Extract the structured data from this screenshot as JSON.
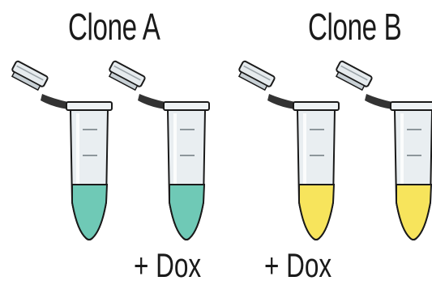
{
  "clones": [
    {
      "title": "Clone A",
      "liquid_color": "#6fc9b6"
    },
    {
      "title": "Clone B",
      "liquid_color": "#f7e45c"
    }
  ],
  "tubes": [
    {
      "clone": "Clone A",
      "treatment": ""
    },
    {
      "clone": "Clone A",
      "treatment": "+ Dox"
    },
    {
      "clone": "Clone B",
      "treatment": "+ Dox"
    },
    {
      "clone": "Clone B",
      "treatment": ""
    }
  ]
}
